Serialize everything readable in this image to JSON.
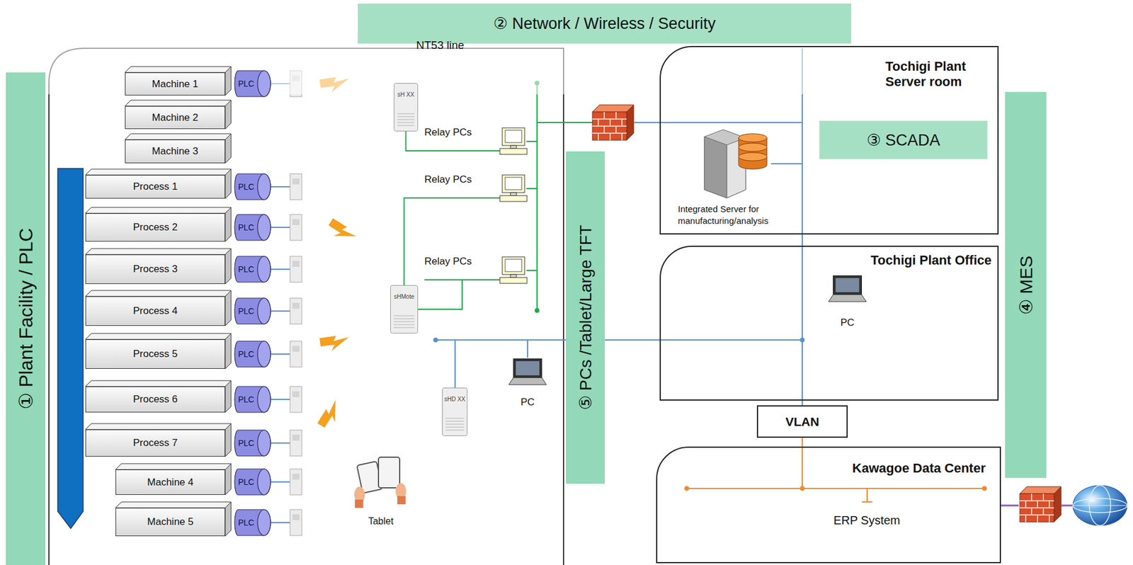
{
  "diagram": {
    "nodes": [
      {
        "text": [
          "② Network / Wireless / Security"
        ]
      },
      {
        "text": [
          "① Plant Facility / PLC"
        ]
      },
      {
        "text": [
          "Machine 1"
        ]
      },
      {
        "text": [
          "PLC"
        ]
      },
      {
        "text": [
          "Machine 2"
        ]
      },
      {
        "text": [
          "Machine 3"
        ]
      },
      {
        "text": [
          "Process 1"
        ]
      },
      {
        "text": [
          "PLC"
        ]
      },
      {
        "text": [
          "Process  2"
        ]
      },
      {
        "text": [
          "PLC"
        ]
      },
      {
        "text": [
          "Process 3"
        ]
      },
      {
        "text": [
          "PLC"
        ]
      },
      {
        "text": [
          "Process 4"
        ]
      },
      {
        "text": [
          "PLC"
        ]
      },
      {
        "text": [
          "Process 5"
        ]
      },
      {
        "text": [
          "PLC"
        ]
      },
      {
        "text": [
          "Process 6"
        ]
      },
      {
        "text": [
          "PLC"
        ]
      },
      {
        "text": [
          "Process 7"
        ]
      },
      {
        "text": [
          "PLC"
        ]
      },
      {
        "text": [
          "Machine 4"
        ]
      },
      {
        "text": [
          "PLC"
        ]
      },
      {
        "text": [
          "Machine 5"
        ]
      },
      {
        "text": [
          "PLC"
        ]
      },
      {
        "text": [
          "sH XX"
        ]
      },
      {
        "text": [
          "Relay PCs"
        ]
      },
      {
        "text": [
          "Relay PCs"
        ]
      },
      {
        "text": [
          "sHMote"
        ]
      },
      {
        "text": [
          "Relay PCs"
        ]
      },
      {
        "text": [
          "sHD XX"
        ]
      },
      {
        "text": [
          "PC"
        ]
      },
      {
        "text": [
          "Tablet"
        ]
      },
      {
        "text": [
          "⑤ PCs /Tablet/Large TFT"
        ]
      },
      {
        "text": [
          "Tochigi Plant Server room"
        ]
      },
      {
        "text": [
          "③ SCADA"
        ],
        "in": 33
      },
      {
        "text": [
          "Integrated Server for manufacturing/analysis"
        ],
        "in": 33
      },
      {
        "text": [
          "Tochigi Plant Office"
        ]
      },
      {
        "text": [
          "PC"
        ],
        "in": 36
      },
      {
        "text": [
          "VLAN"
        ]
      },
      {
        "text": [
          "Kawagoe Data Center"
        ]
      },
      {
        "text": [
          "④ MES"
        ]
      }
    ],
    "edges": [
      {
        "from": 24,
        "to": 25,
        "arrow": "none"
      },
      {
        "from": 27,
        "to": 26,
        "arrow": "none"
      },
      {
        "from": 27,
        "to": 28,
        "arrow": "none"
      },
      {
        "from": 33,
        "to": 36,
        "arrow": "none"
      },
      {
        "from": 36,
        "to": 38,
        "arrow": "none"
      },
      {
        "from": 38,
        "to": 39,
        "arrow": "none"
      }
    ],
    "labels": [
      "NT53 line",
      "ERP System"
    ]
  }
}
